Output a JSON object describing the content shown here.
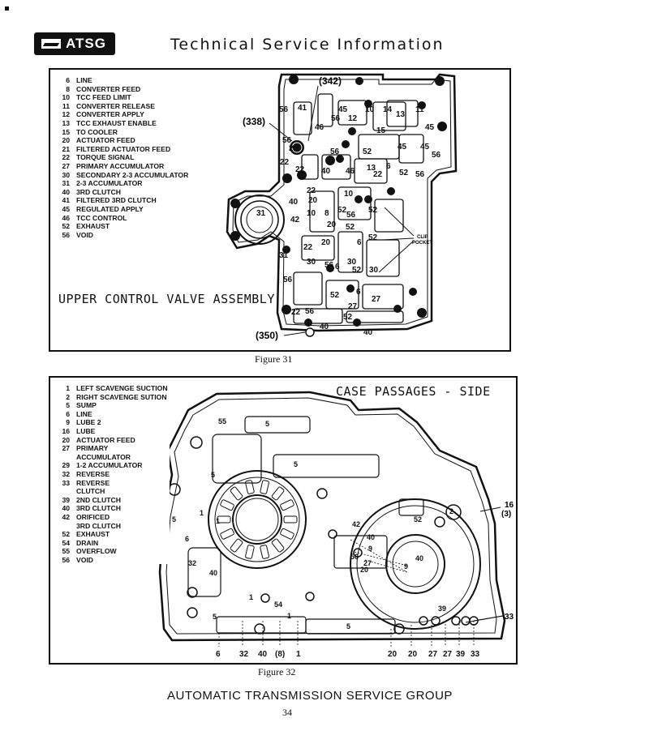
{
  "header": {
    "logo_text": "ATSG",
    "title": "Technical Service Information"
  },
  "figure31": {
    "legend": [
      {
        "num": "6",
        "label": "LINE"
      },
      {
        "num": "8",
        "label": "CONVERTER FEED"
      },
      {
        "num": "10",
        "label": "TCC FEED LIMIT"
      },
      {
        "num": "11",
        "label": "CONVERTER RELEASE"
      },
      {
        "num": "12",
        "label": "CONVERTER APPLY"
      },
      {
        "num": "13",
        "label": "TCC EXHAUST ENABLE"
      },
      {
        "num": "15",
        "label": "TO COOLER"
      },
      {
        "num": "20",
        "label": "ACTUATOR FEED"
      },
      {
        "num": "21",
        "label": "FILTERED ACTUATOR FEED"
      },
      {
        "num": "22",
        "label": "TORQUE SIGNAL"
      },
      {
        "num": "27",
        "label": "PRIMARY ACCUMULATOR"
      },
      {
        "num": "30",
        "label": "SECONDARY 2-3 ACCUMULATOR"
      },
      {
        "num": "31",
        "label": "2-3 ACCUMULATOR"
      },
      {
        "num": "40",
        "label": "3RD CLUTCH"
      },
      {
        "num": "41",
        "label": "FILTERED 3RD CLUTCH"
      },
      {
        "num": "45",
        "label": "REGULATED APPLY"
      },
      {
        "num": "46",
        "label": "TCC CONTROL"
      },
      {
        "num": "52",
        "label": "EXHAUST"
      },
      {
        "num": "56",
        "label": "VOID"
      }
    ],
    "assembly_title": "UPPER CONTROL VALVE ASSEMBLY",
    "callout_342": "(342)",
    "callout_338": "(338)",
    "callout_350": "(350)",
    "clip_pocket": "CLIP",
    "clip_pocket2": "POCKET",
    "caption": "Figure 31"
  },
  "figure32": {
    "legend": [
      {
        "num": "1",
        "label": "LEFT SCAVENGE SUCTION"
      },
      {
        "num": "2",
        "label": "RIGHT SCAVENGE SUTION"
      },
      {
        "num": "5",
        "label": "SUMP"
      },
      {
        "num": "6",
        "label": "LINE"
      },
      {
        "num": "9",
        "label": "LUBE 2"
      },
      {
        "num": "16",
        "label": "LUBE"
      },
      {
        "num": "20",
        "label": "ACTUATOR FEED"
      },
      {
        "num": "27",
        "label": "PRIMARY"
      },
      {
        "num": "",
        "label": "ACCUMULATOR"
      },
      {
        "num": "29",
        "label": "1-2 ACCUMULATOR"
      },
      {
        "num": "32",
        "label": "REVERSE"
      },
      {
        "num": "33",
        "label": "REVERSE"
      },
      {
        "num": "",
        "label": "CLUTCH"
      },
      {
        "num": "39",
        "label": "2ND CLUTCH"
      },
      {
        "num": "40",
        "label": "3RD CLUTCH"
      },
      {
        "num": "42",
        "label": "ORIFICED"
      },
      {
        "num": "",
        "label": "3RD CLUTCH"
      },
      {
        "num": "52",
        "label": "EXHAUST"
      },
      {
        "num": "54",
        "label": "DRAIN"
      },
      {
        "num": "55",
        "label": "OVERFLOW"
      },
      {
        "num": "56",
        "label": "VOID"
      }
    ],
    "title": "CASE PASSAGES - SIDE",
    "bottom_labels": [
      "6",
      "32",
      "40",
      "(8)",
      "1",
      "20",
      "20",
      "27",
      "27",
      "39",
      "33"
    ],
    "callout_16": "16",
    "callout_3": "(3)",
    "callout_33": "33",
    "caption": "Figure 32"
  },
  "footer": {
    "org": "AUTOMATIC TRANSMISSION SERVICE GROUP",
    "page": "34"
  }
}
